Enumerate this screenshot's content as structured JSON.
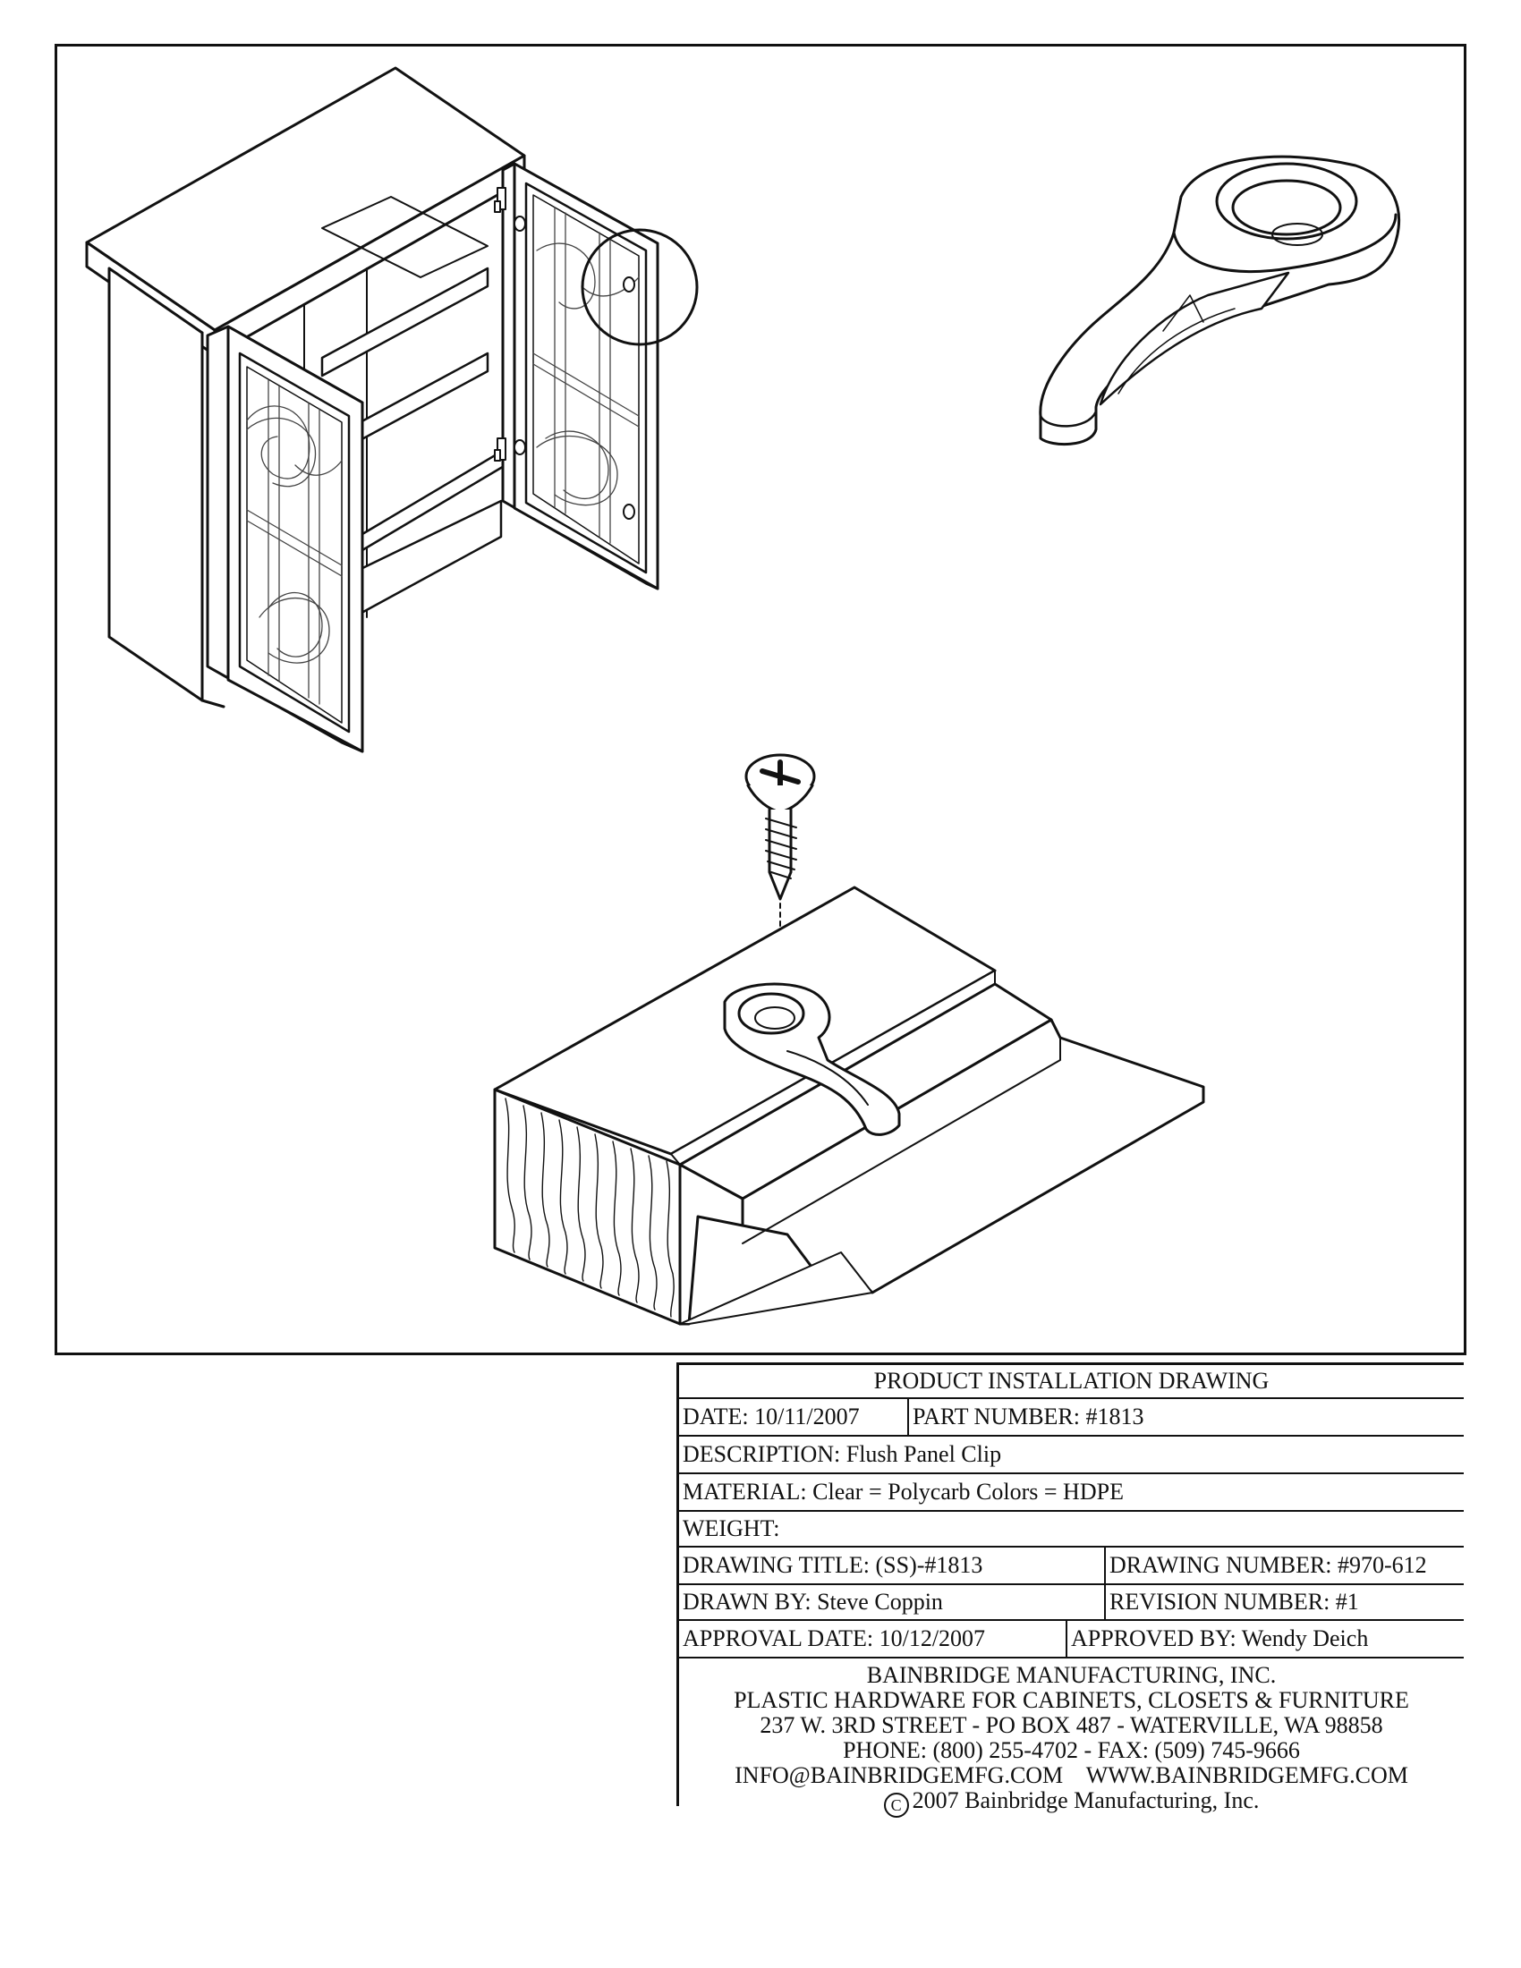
{
  "title_block": {
    "heading": "PRODUCT INSTALLATION DRAWING",
    "date": "DATE: 10/11/2007",
    "part_number": "PART NUMBER: #1813",
    "description": "DESCRIPTION: Flush Panel Clip",
    "material": "MATERIAL: Clear = Polycarb  Colors = HDPE",
    "weight": "WEIGHT:",
    "drawing_title": "DRAWING TITLE: (SS)-#1813",
    "drawing_number": "DRAWING NUMBER: #970-612",
    "drawn_by": "DRAWN BY: Steve Coppin",
    "revision_number": "REVISION NUMBER: #1",
    "approval_date": "APPROVAL DATE: 10/12/2007",
    "approved_by": "APPROVED BY: Wendy Deich"
  },
  "company": {
    "name": "BAINBRIDGE MANUFACTURING, INC.",
    "tagline": "PLASTIC HARDWARE FOR CABINETS, CLOSETS & FURNITURE",
    "address": "237 W. 3RD STREET - PO BOX 487 - WATERVILLE, WA 98858",
    "phone_fax": "PHONE: (800) 255-4702 - FAX: (509) 745-9666",
    "email_web": "INFO@BAINBRIDGEMFG.COM    WWW.BAINBRIDGEMFG.COM",
    "copyright_symbol": "C",
    "copyright": "2007 Bainbridge Manufacturing, Inc."
  }
}
